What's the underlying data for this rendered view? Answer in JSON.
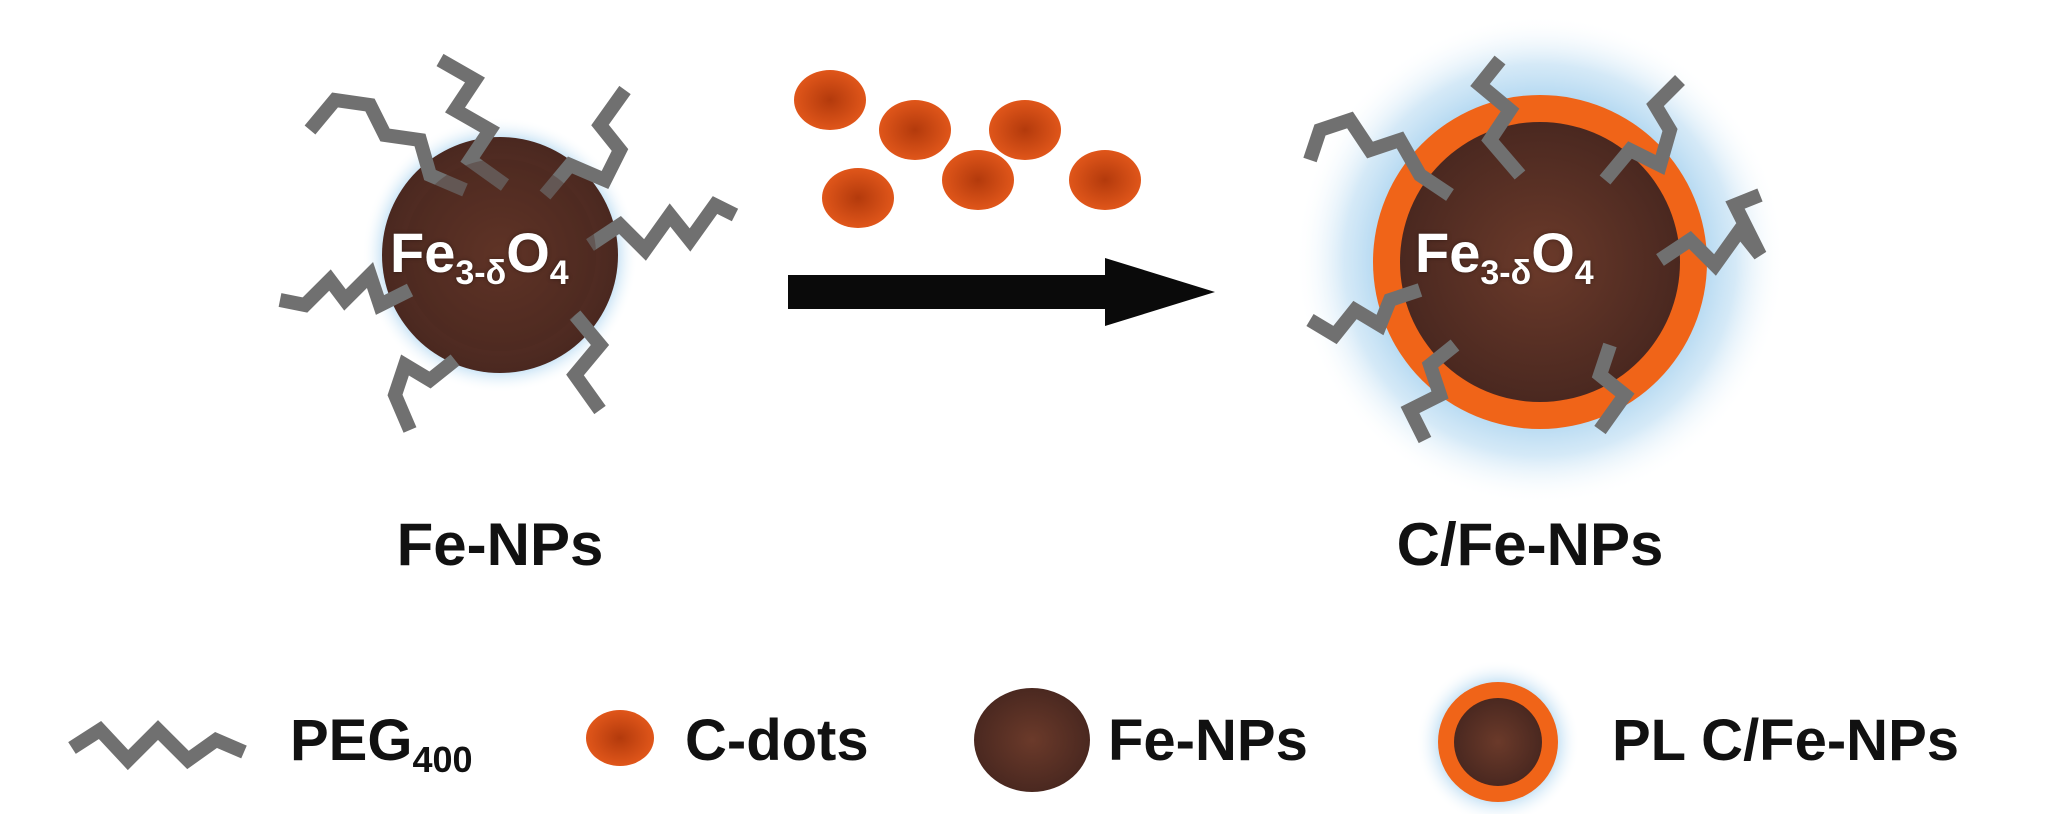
{
  "colors": {
    "core": "#4a2820",
    "core_center": "#6b3a2a",
    "cdot": "#e0561a",
    "cdot_center": "#b33a0c",
    "shell": "#f06418",
    "glow": "#8cc4ea",
    "peg": "#707070",
    "arrow": "#0a0a0a"
  },
  "left_particle": {
    "core_formula": {
      "main": "Fe",
      "sub": "3-δ",
      "main2": "O",
      "sub2": "4"
    },
    "label": "Fe-NPs"
  },
  "right_particle": {
    "core_formula": {
      "main": "Fe",
      "sub": "3-δ",
      "main2": "O",
      "sub2": "4"
    },
    "label": "C/Fe-NPs"
  },
  "legend": {
    "peg": {
      "main": "PEG",
      "sub": "400",
      "icon": "peg-chain-icon"
    },
    "cdots": {
      "label": "C-dots",
      "icon": "c-dot-icon"
    },
    "fenps": {
      "label": "Fe-NPs",
      "icon": "fe-np-icon"
    },
    "plcfenps": {
      "label": "PL C/Fe-NPs",
      "icon": "pl-c-fe-np-icon"
    }
  }
}
